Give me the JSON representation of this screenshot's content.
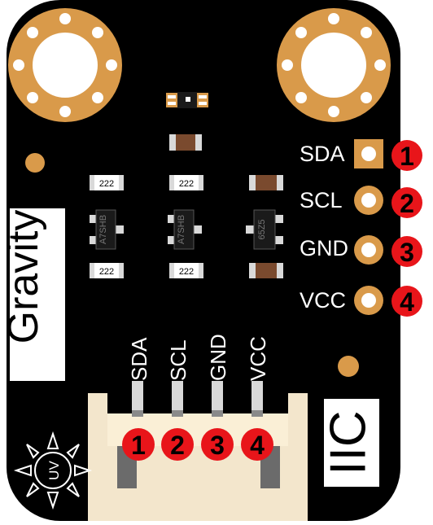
{
  "board": {
    "brand": "Gravity",
    "interface": "IIC",
    "uv_badge": "UV",
    "colors": {
      "pcb": "#000000",
      "gold": "#d99a4a",
      "connector": "#f3e6cc",
      "badge_red": "#e8151a",
      "pin_silver": "#d9d9d9"
    }
  },
  "side_pins": [
    {
      "label": "SDA",
      "number": "1"
    },
    {
      "label": "SCL",
      "number": "2"
    },
    {
      "label": "GND",
      "number": "3"
    },
    {
      "label": "VCC",
      "number": "4"
    }
  ],
  "connector_pins": [
    {
      "label": "SDA",
      "number": "1"
    },
    {
      "label": "SCL",
      "number": "2"
    },
    {
      "label": "GND",
      "number": "3"
    },
    {
      "label": "VCC",
      "number": "4"
    }
  ],
  "components": {
    "resistor_marking": "222",
    "transistor_markings": [
      "A7SHB",
      "A7SHB",
      "65Z5"
    ]
  }
}
